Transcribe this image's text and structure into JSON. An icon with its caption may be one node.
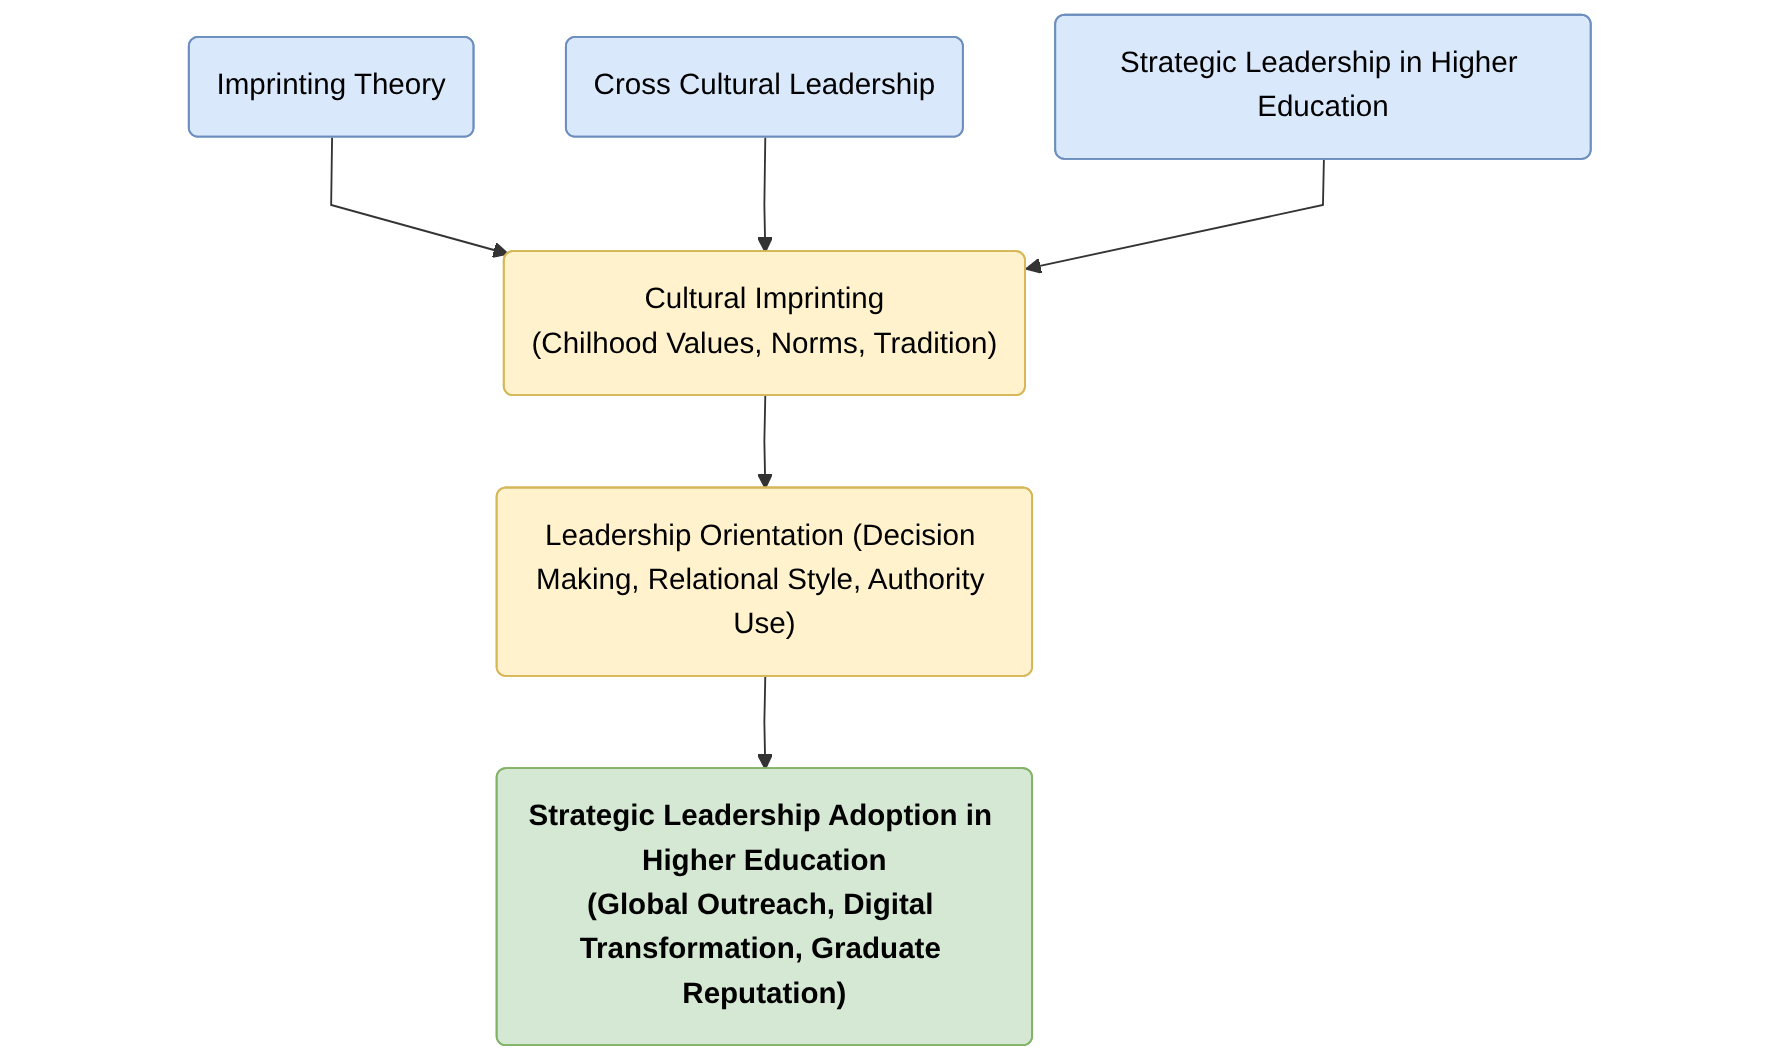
{
  "diagram": {
    "nodes": [
      {
        "text": [
          "Imprinting Theory"
        ]
      },
      {
        "text": [
          "Cross Cultural Leadership"
        ]
      },
      {
        "text": [
          "Strategic Leadership in Higher Education"
        ]
      },
      {
        "text": [
          "Cultural Imprinting",
          "(Chilhood Values, Norms, Tradition)"
        ]
      },
      {
        "text": [
          "Leadership Orientation (Decision Making, Relational Style, Authority Use)"
        ]
      },
      {
        "text": [
          "Strategic Leadership Adoption in Higher Education",
          "(Global Outreach, Digital Transformation, Graduate Reputation)"
        ]
      }
    ],
    "edges": [
      {
        "from": 0,
        "to": 3,
        "arrow": "to"
      },
      {
        "from": 1,
        "to": 3,
        "arrow": "to"
      },
      {
        "from": 2,
        "to": 3,
        "arrow": "to"
      },
      {
        "from": 3,
        "to": 4,
        "arrow": "to"
      },
      {
        "from": 4,
        "to": 5,
        "arrow": "to"
      }
    ]
  }
}
